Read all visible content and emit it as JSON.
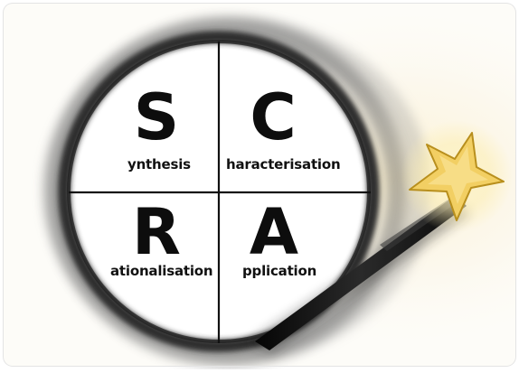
{
  "quadrants": [
    {
      "id": "s",
      "letter": "S",
      "word": "ynthesis"
    },
    {
      "id": "c",
      "letter": "C",
      "word": "haracterisation"
    },
    {
      "id": "r",
      "letter": "R",
      "word": "ationalisation"
    },
    {
      "id": "a",
      "letter": "A",
      "word": "pplication"
    }
  ],
  "colors": {
    "ring": "#3a3a3a",
    "ring_blur": "#8a8a8a",
    "lens_fill": "#ffffff",
    "cross_lines": "#111111",
    "star_fill": "#f2cf63",
    "star_glow": "#fbeeb7",
    "wand": "#141414",
    "background": "#fdfcf6"
  },
  "icons": {
    "lens": "magnifying-ring-icon",
    "star": "star-icon",
    "wand": "magic-wand-icon"
  }
}
